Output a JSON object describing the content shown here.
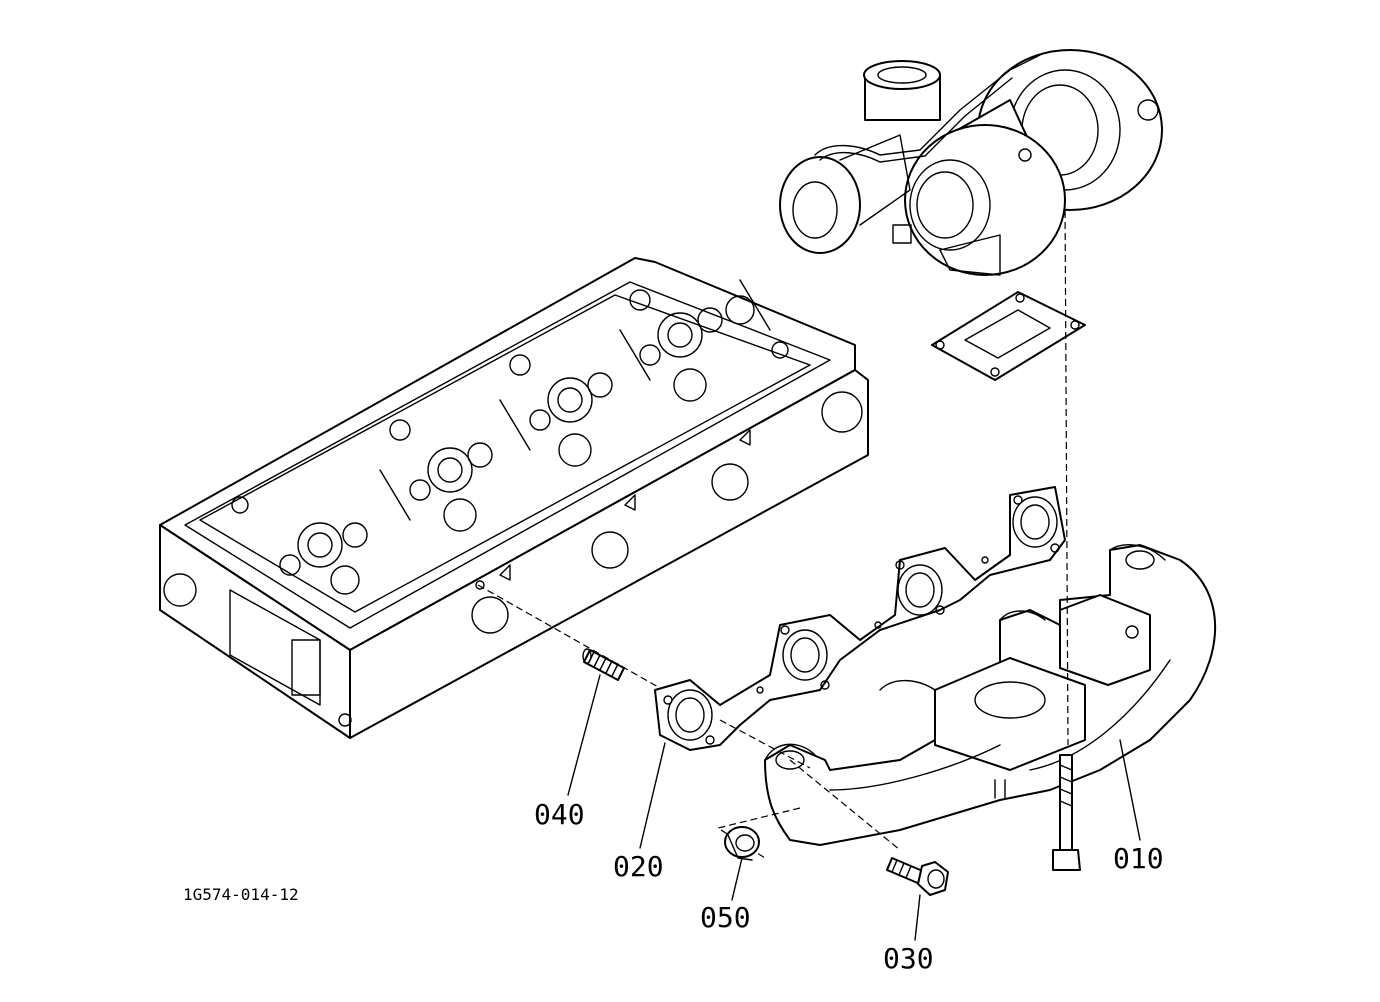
{
  "drawing_code": "1G574-014-12",
  "callouts": {
    "p010": "010",
    "p020": "020",
    "p030": "030",
    "p040": "040",
    "p050": "050"
  }
}
